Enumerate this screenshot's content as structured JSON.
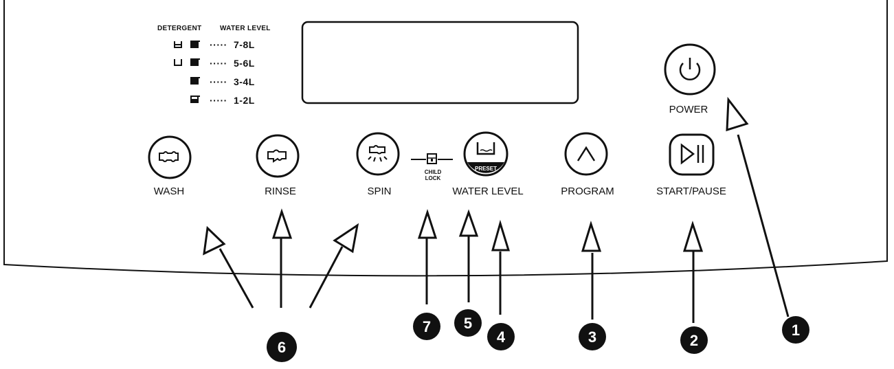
{
  "legend": {
    "detergent_header": "DETERGENT",
    "water_level_header": "WATER LEVEL",
    "levels": [
      {
        "label": "7-8L",
        "dots": "·····"
      },
      {
        "label": "5-6L",
        "dots": "·····"
      },
      {
        "label": "3-4L",
        "dots": "·····"
      },
      {
        "label": "1-2L",
        "dots": "·····"
      }
    ]
  },
  "buttons": {
    "wash": "WASH",
    "rinse": "RINSE",
    "spin": "SPIN",
    "water_level": "WATER LEVEL",
    "preset": "PRESET",
    "program": "PROGRAM",
    "start_pause": "START/PAUSE",
    "power": "POWER"
  },
  "child_lock": {
    "line1": "CHILD",
    "line2": "LOCK"
  },
  "callouts": [
    "1",
    "2",
    "3",
    "4",
    "5",
    "6",
    "7"
  ],
  "colors": {
    "ink": "#111111",
    "panel_fill": "#ffffff"
  }
}
